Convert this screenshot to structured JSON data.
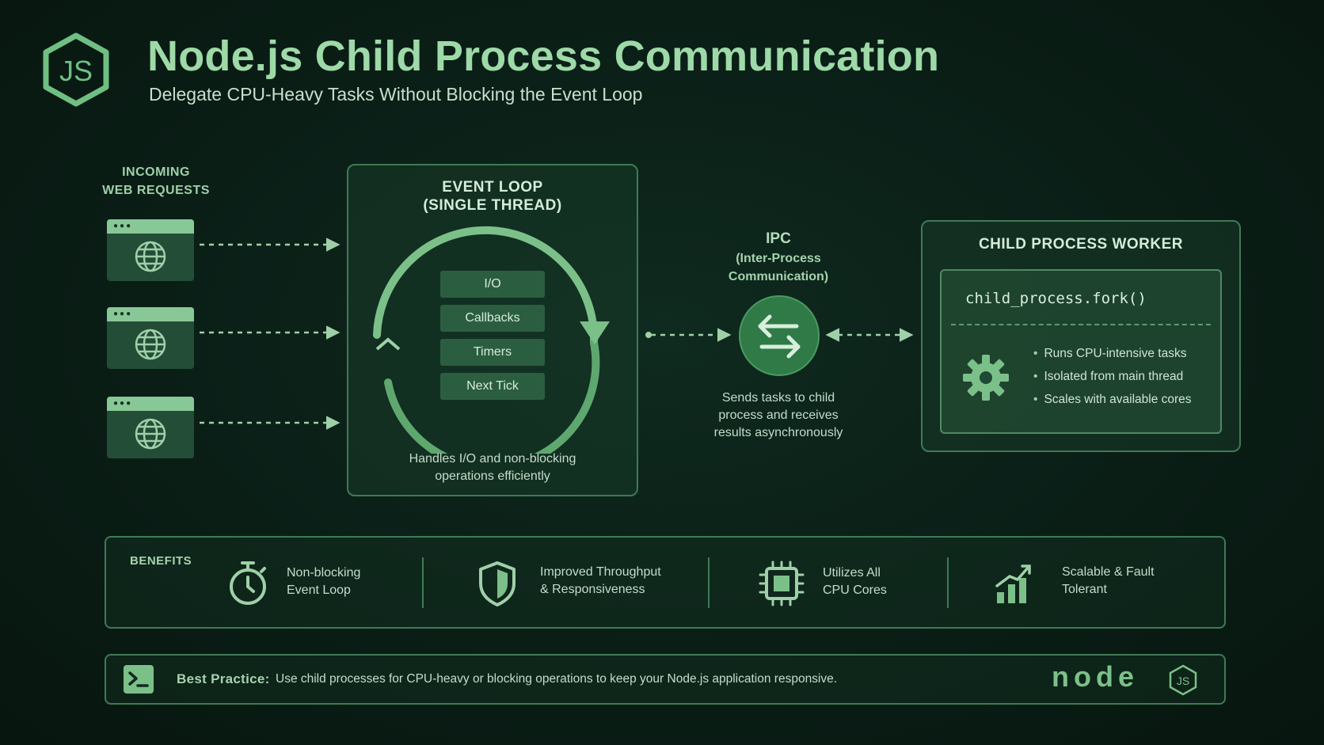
{
  "header": {
    "logo_text": "JS",
    "title": "Node.js Child Process Communication",
    "subtitle": "Delegate CPU-Heavy Tasks Without Blocking the Event Loop"
  },
  "incoming": {
    "label_line1": "INCOMING",
    "label_line2": "WEB REQUESTS",
    "browser_icon": "globe-icon"
  },
  "event_loop": {
    "title_line1": "EVENT LOOP",
    "title_line2": "(SINGLE THREAD)",
    "phases": [
      "I/O",
      "Callbacks",
      "Timers",
      "Next Tick"
    ],
    "caption_line1": "Handles I/O and non-blocking",
    "caption_line2": "operations efficiently"
  },
  "ipc": {
    "title": "IPC",
    "subtitle_line1": "(Inter-Process",
    "subtitle_line2": "Communication)",
    "caption_line1": "Sends tasks to child",
    "caption_line2": "process and receives",
    "caption_line3": "results asynchronously"
  },
  "worker": {
    "title": "CHILD PROCESS WORKER",
    "code": "child_process.fork()",
    "bullets": [
      "Runs CPU-intensive tasks",
      "Isolated from main thread",
      "Scales with available cores"
    ]
  },
  "benefits": {
    "label": "BENEFITS",
    "items": [
      {
        "line1": "Non-blocking",
        "line2": "Event Loop",
        "icon": "stopwatch-icon"
      },
      {
        "line1": "Improved Throughput",
        "line2": "& Responsiveness",
        "icon": "shield-icon"
      },
      {
        "line1": "Utilizes All",
        "line2": "CPU Cores",
        "icon": "cpu-chip-icon"
      },
      {
        "line1": "Scalable & Fault",
        "line2": "Tolerant",
        "icon": "bar-chart-growth-icon"
      }
    ]
  },
  "best_practice": {
    "label": "Best Practice:",
    "text": "Use child processes for CPU-heavy or blocking operations to keep your Node.js application responsive.",
    "logo_word": "node",
    "logo_badge": "JS"
  },
  "colors": {
    "accent": "#9ed9a8",
    "panel_border": "#3f7a56",
    "background": "#0a1e16"
  }
}
